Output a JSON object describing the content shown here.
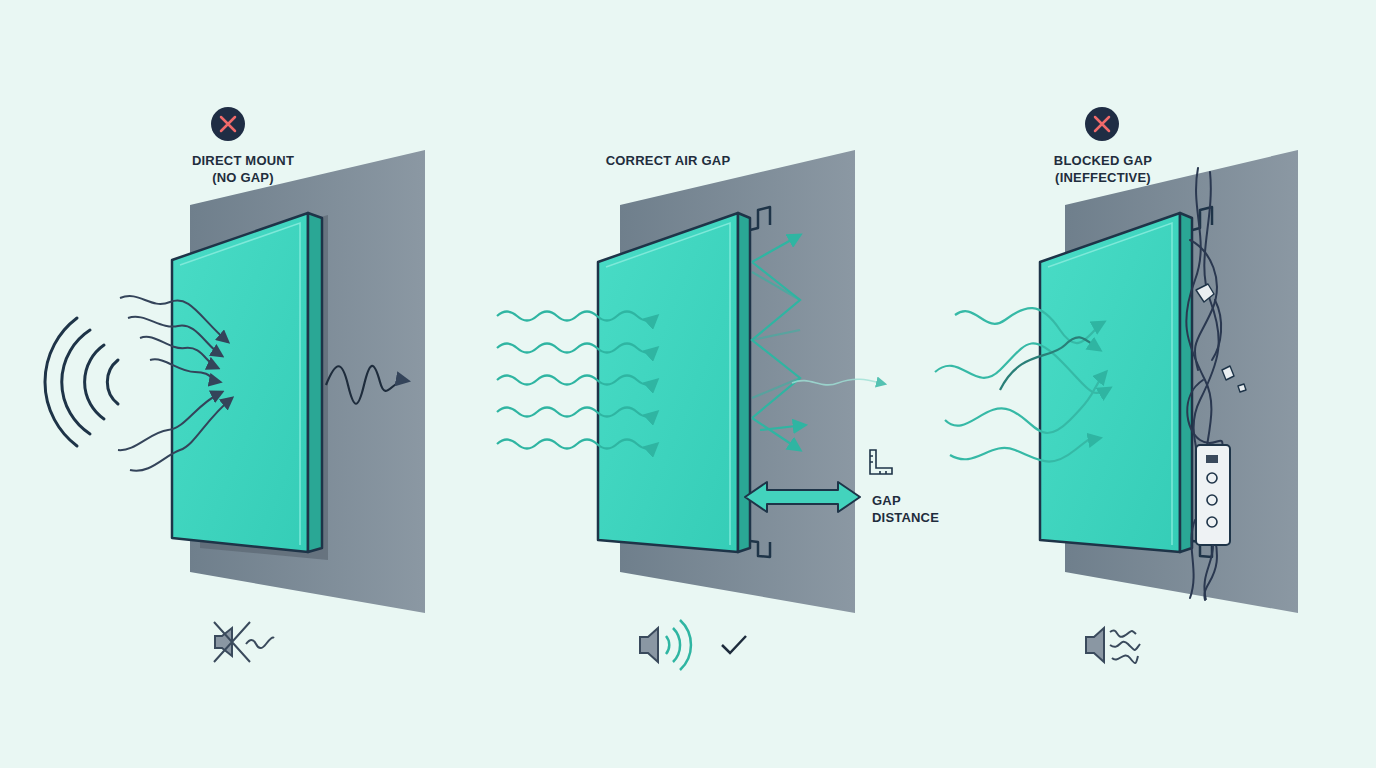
{
  "diagram": {
    "labels": [
      "DIRECT MOUNT (NO GAP)",
      "CORRECT AIR GAP",
      "BLOCKED GAP (INEFFECTIVE)",
      "GAP DISTANCE"
    ]
  }
}
